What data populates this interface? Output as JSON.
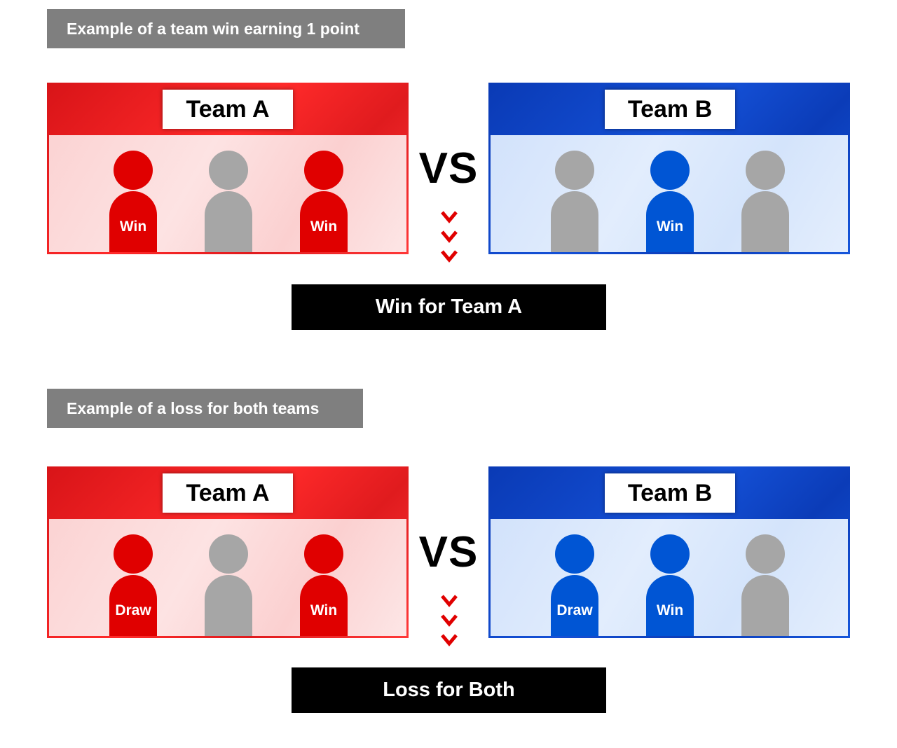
{
  "colors": {
    "team_a": "#e00000",
    "team_b": "#0055d4",
    "neutral_player": "#a6a6a6",
    "heading_bg": "#7f7f7f",
    "result_bg": "#000000",
    "chevron": "#e00000"
  },
  "examples": [
    {
      "heading": "Example of a team win earning 1 point",
      "vs_label": "VS",
      "team_a": {
        "name": "Team A",
        "players": [
          {
            "color": "red",
            "label": "Win"
          },
          {
            "color": "gray",
            "label": ""
          },
          {
            "color": "red",
            "label": "Win"
          }
        ]
      },
      "team_b": {
        "name": "Team B",
        "players": [
          {
            "color": "gray",
            "label": ""
          },
          {
            "color": "blue",
            "label": "Win"
          },
          {
            "color": "gray",
            "label": ""
          }
        ]
      },
      "result": "Win for Team A"
    },
    {
      "heading": "Example of a loss for both teams",
      "vs_label": "VS",
      "team_a": {
        "name": "Team A",
        "players": [
          {
            "color": "red",
            "label": "Draw"
          },
          {
            "color": "gray",
            "label": ""
          },
          {
            "color": "red",
            "label": "Win"
          }
        ]
      },
      "team_b": {
        "name": "Team B",
        "players": [
          {
            "color": "blue",
            "label": "Draw"
          },
          {
            "color": "blue",
            "label": "Win"
          },
          {
            "color": "gray",
            "label": ""
          }
        ]
      },
      "result": "Loss for Both"
    }
  ]
}
